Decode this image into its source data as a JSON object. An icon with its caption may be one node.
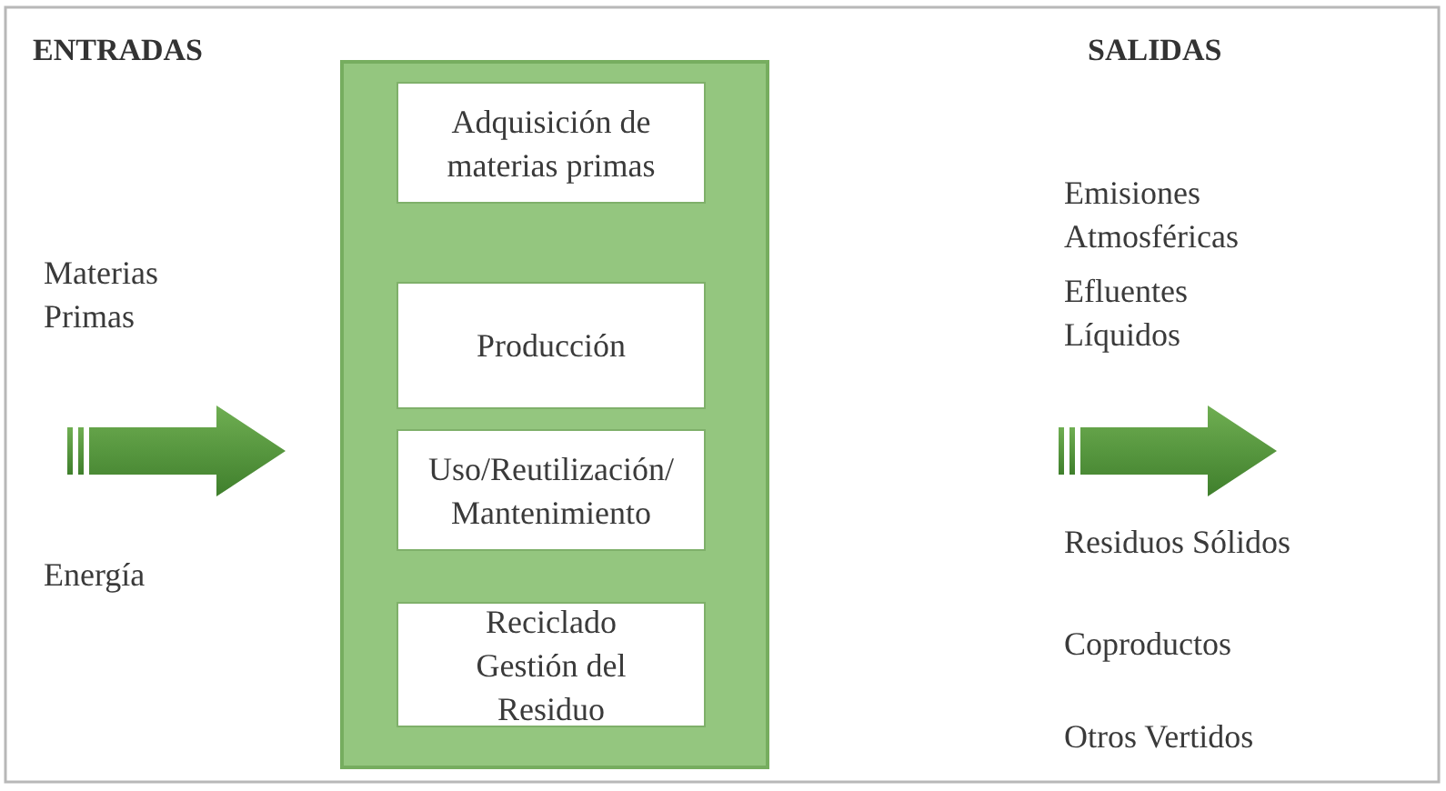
{
  "diagram": {
    "nodes": [
      {
        "text": [],
        "shape": "box"
      },
      {
        "text": [
          "Adquisición de materias primas"
        ],
        "in": 0
      },
      {
        "text": [
          "Producción"
        ],
        "in": 0
      },
      {
        "text": [
          "Uso/Reutilización/ Mantenimiento"
        ],
        "in": 0
      },
      {
        "text": [
          "Reciclado Gestión del Residuo"
        ],
        "in": 0
      }
    ],
    "labels": [
      "ENTRADAS",
      "Materias Primas",
      "Energía",
      "SALIDAS",
      "Emisiones Atmosféricas",
      "Efluentes Líquidos",
      "Residuos Sólidos",
      "Coproductos",
      "Otros Vertidos"
    ]
  }
}
